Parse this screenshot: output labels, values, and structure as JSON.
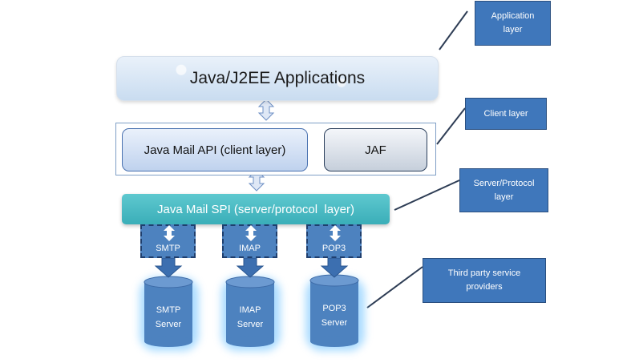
{
  "application_layer": {
    "title": "Java/J2EE Applications",
    "callout": "Application layer"
  },
  "client_layer": {
    "mail_api": "Java Mail API (client layer)",
    "jaf": "JAF",
    "callout": "Client layer"
  },
  "server_layer": {
    "spi": "Java Mail SPI (server/protocol  layer)",
    "callout": "Server/Protocol layer"
  },
  "protocols": [
    "SMTP",
    "IMAP",
    "POP3"
  ],
  "servers": [
    {
      "line1": "SMTP",
      "line2": "Server"
    },
    {
      "line1": "IMAP",
      "line2": "Server"
    },
    {
      "line1": "POP3",
      "line2": "Server"
    }
  ],
  "third_party": {
    "callout": "Third party service providers"
  },
  "colors": {
    "callout_fill": "#3f77bb",
    "spi_fill": "#4ab8c1",
    "cylinder_fill": "#4d82bf",
    "arrow_fill": "#dfe8f6"
  }
}
